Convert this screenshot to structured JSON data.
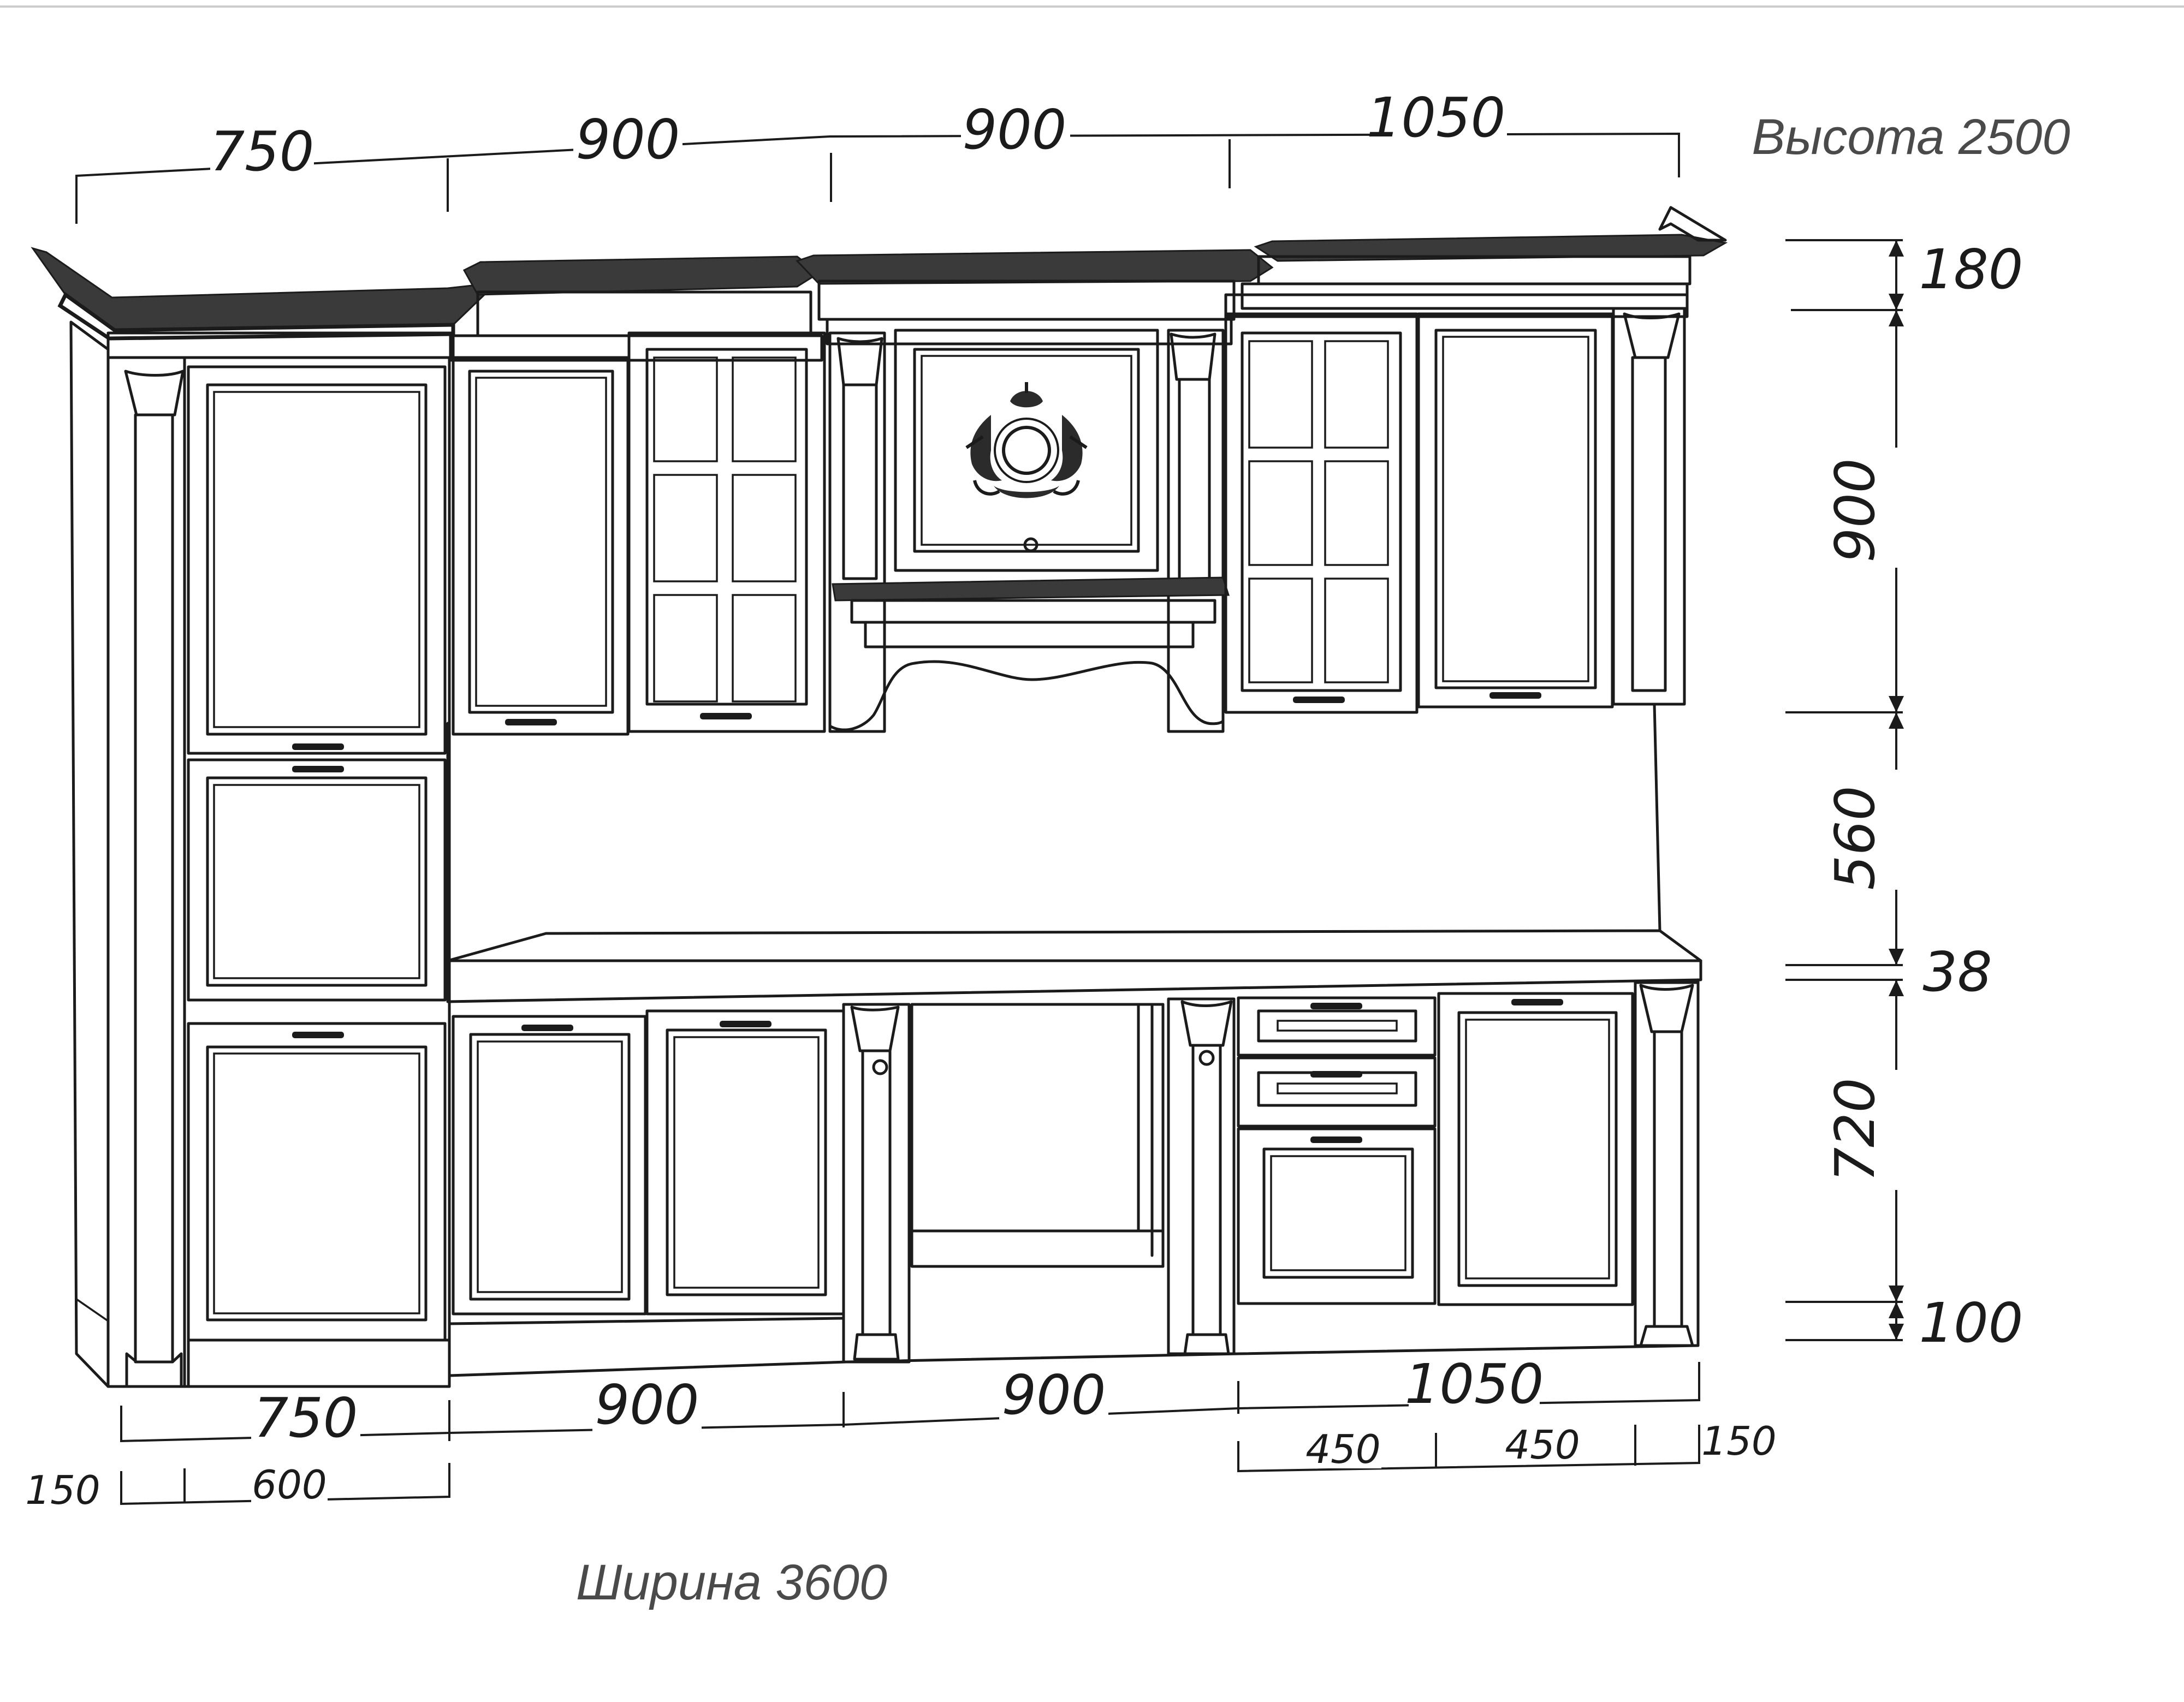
{
  "captions": {
    "height_label": "Высота 2500",
    "width_label": "Ширина 3600"
  },
  "top_dims": [
    "750",
    "900",
    "900",
    "1050"
  ],
  "bottom_dims": [
    "750",
    "900",
    "900",
    "1050"
  ],
  "sub_dims_left": [
    "150",
    "600"
  ],
  "sub_dims_right": [
    "450",
    "450",
    "150"
  ],
  "vertical_dims": [
    "180",
    "900",
    "560",
    "38",
    "720",
    "100"
  ]
}
